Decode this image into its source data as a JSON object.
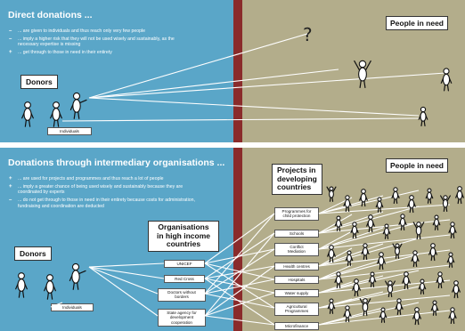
{
  "top": {
    "title": "Direct donations ...",
    "bullets": [
      {
        "marker": "–",
        "text": "... are given to individuals and thus reach only very few people"
      },
      {
        "marker": "–",
        "text": "... imply a higher risk that they will not be used wisely and sustainably, as the necessary expertise is missing"
      },
      {
        "marker": "+",
        "text": "... get through to those in need in their entirety"
      }
    ],
    "donors_label": "Donors",
    "individuals_label": "Individuals",
    "question_mark": "?",
    "people_label": "People in need"
  },
  "bottom": {
    "title": "Donations through intermediary organisations ...",
    "bullets": [
      {
        "marker": "+",
        "text": "... are used for projects and programmes and thus reach a lot of people"
      },
      {
        "marker": "+",
        "text": "... imply a greater chance of being used wisely and sustainably because they are coordinated by experts"
      },
      {
        "marker": "–",
        "text": "... do not get through to those in need in their entirety because costs for administration, fundraising and coordination are deducted"
      }
    ],
    "donors_label": "Donors",
    "individuals_label": "Individuals",
    "organisations_label": "Organisations\nin high income\ncountries",
    "organisations": [
      "UNICEF",
      "Red Cross",
      "Doctors without\nborders",
      "State agency for\ndevelopment\ncooperation"
    ],
    "projects_label": "Projects in\ndeveloping\ncountries",
    "projects": [
      "Programmes for\nchild protection",
      "Schools",
      "Conflict\nMediation",
      "Health centres",
      "Hospitals",
      "Water supply",
      "Agricultural\nProgrammes",
      "Microfinance"
    ],
    "people_label": "People in need"
  },
  "colors": {
    "left_panel": "#5aa6c8",
    "right_panel": "#b3ad8b",
    "divider": "#8a2b2b"
  }
}
